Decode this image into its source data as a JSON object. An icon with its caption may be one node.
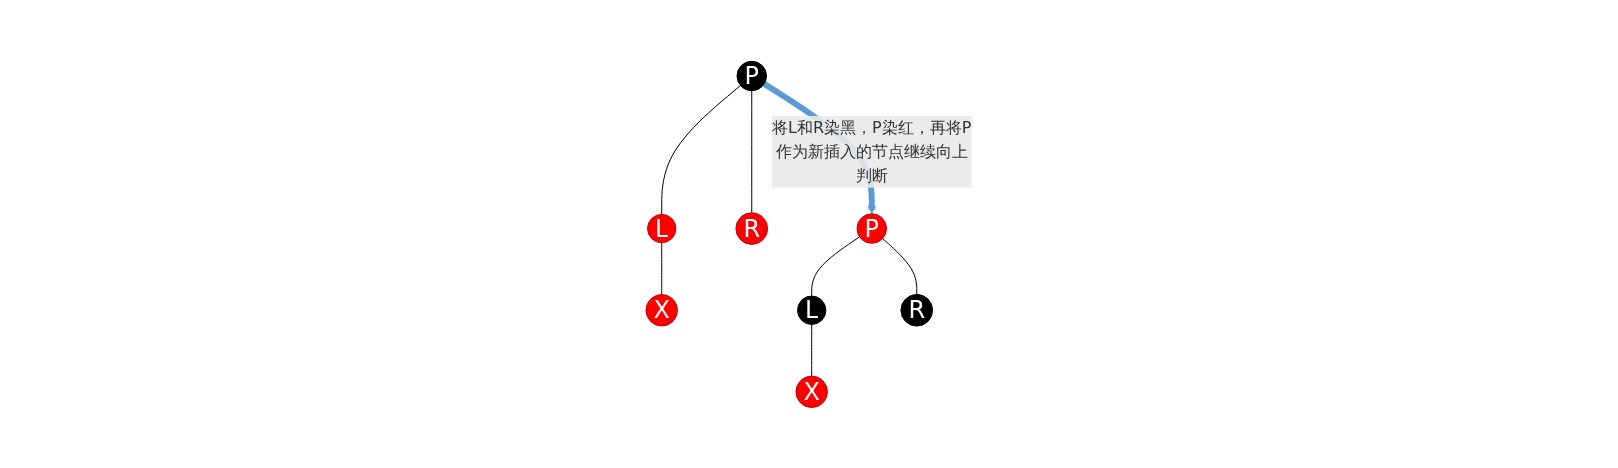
{
  "diagram": {
    "nodes": [
      {
        "text": [
          "P"
        ]
      },
      {
        "text": [
          "L"
        ]
      },
      {
        "text": [
          "R"
        ]
      },
      {
        "text": [
          "X"
        ]
      },
      {
        "text": [
          "P"
        ]
      },
      {
        "text": [
          "L"
        ]
      },
      {
        "text": [
          "R"
        ]
      },
      {
        "text": [
          "X"
        ]
      }
    ],
    "edges": [
      {
        "from": 0,
        "to": 1,
        "arrow": "none"
      },
      {
        "from": 0,
        "to": 2,
        "arrow": "none"
      },
      {
        "from": 1,
        "to": 3,
        "arrow": "none"
      },
      {
        "from": 0,
        "to": 4,
        "arrow": "to",
        "label": "将L和R染黑，P染红，再将P作为新插入的节点继续向上判断",
        "style": "thick",
        "color": "#5b9bd5"
      },
      {
        "from": 4,
        "to": 5,
        "arrow": "none"
      },
      {
        "from": 4,
        "to": 6,
        "arrow": "none"
      },
      {
        "from": 5,
        "to": 7,
        "arrow": "none"
      }
    ]
  }
}
